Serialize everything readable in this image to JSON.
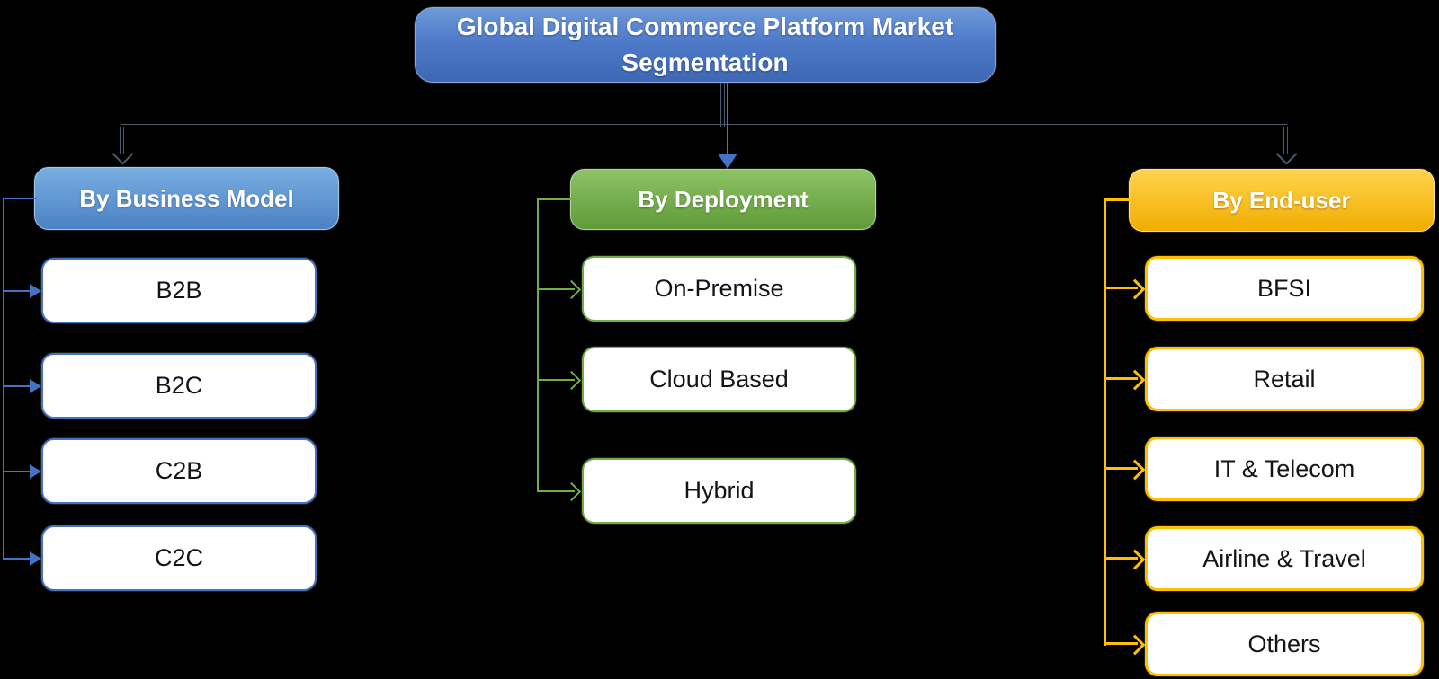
{
  "title": "Global Digital Commerce Platform Market Segmentation",
  "palette": {
    "background": "#000000",
    "title_blue": "#4472C4",
    "connector_slate": "#4A5C72",
    "business_model_blue": "#4472C4",
    "deployment_green": "#70AD47",
    "end_user_gold": "#FFC000"
  },
  "columns": [
    {
      "id": "business-model",
      "header": "By Business Model",
      "accent": "#4472C4",
      "gradient_top": "#79AEE1",
      "gradient_bottom": "#4A82C4",
      "border_light": "#A7C8EA",
      "arrow_style": "filled",
      "items": [
        "B2B",
        "B2C",
        "C2B",
        "C2C"
      ]
    },
    {
      "id": "deployment",
      "header": "By Deployment",
      "accent": "#70AD47",
      "gradient_top": "#8DC366",
      "gradient_bottom": "#5F9A38",
      "border_light": "#B5D69B",
      "arrow_style": "open",
      "items": [
        "On-Premise",
        "Cloud Based",
        "Hybrid"
      ]
    },
    {
      "id": "end-user",
      "header": "By End-user",
      "accent": "#FFC000",
      "gradient_top": "#FFD34F",
      "gradient_bottom": "#F1AD00",
      "border_light": "#FFE08A",
      "arrow_style": "open",
      "items": [
        "BFSI",
        "Retail",
        "IT & Telecom",
        "Airline & Travel",
        "Others"
      ]
    }
  ]
}
